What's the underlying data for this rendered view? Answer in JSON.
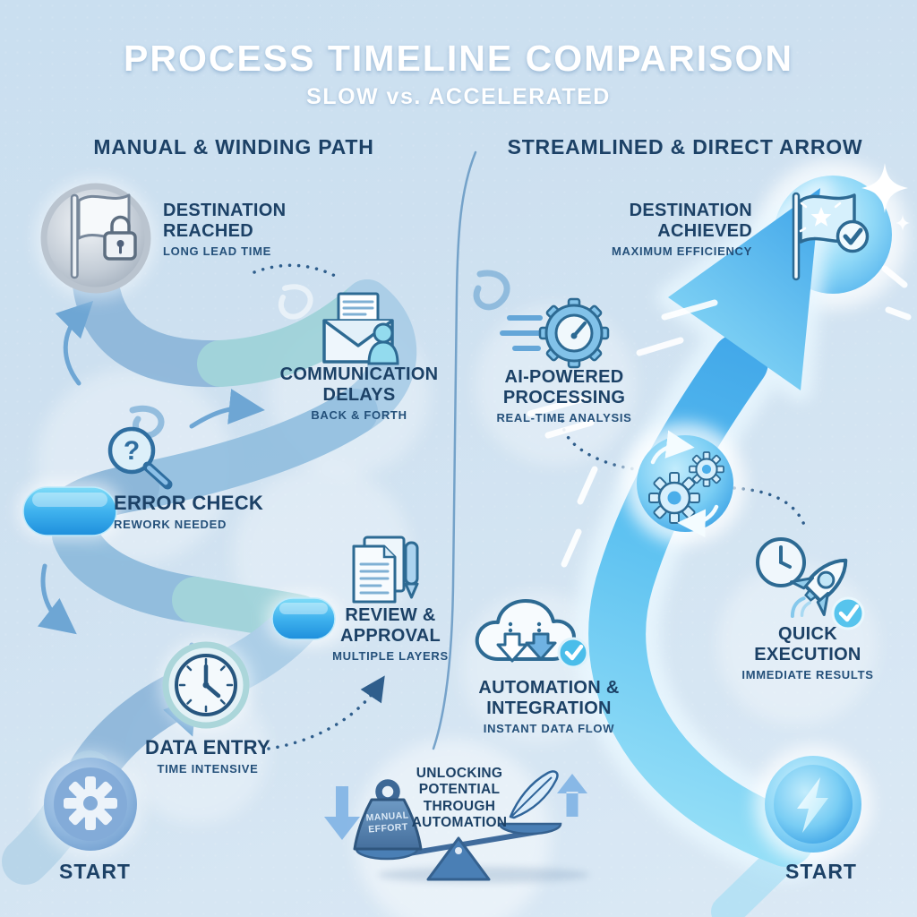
{
  "header": {
    "title": "PROCESS TIMELINE COMPARISON",
    "subtitle": "SLOW vs. ACCELERATED"
  },
  "left_column": {
    "heading": "MANUAL & WINDING PATH",
    "destination": {
      "title": "DESTINATION REACHED",
      "subtitle": "LONG LEAD TIME",
      "icon": "flag-lock-icon"
    },
    "communication": {
      "title": "COMMUNICATION DELAYS",
      "subtitle": "BACK & FORTH",
      "icon": "envelope-person-icon"
    },
    "error_check": {
      "title": "ERROR CHECK",
      "subtitle": "REWORK NEEDED",
      "icon": "magnifier-question-icon"
    },
    "review": {
      "title": "REVIEW & APPROVAL",
      "subtitle": "MULTIPLE LAYERS",
      "icon": "documents-pen-icon"
    },
    "data_entry": {
      "title": "DATA ENTRY",
      "subtitle": "TIME INTENSIVE",
      "icon": "clock-icon"
    },
    "start_label": "START",
    "start_icon": "gear-icon"
  },
  "right_column": {
    "heading": "STREAMLINED & DIRECT ARROW",
    "destination": {
      "title": "DESTINATION ACHIEVED",
      "subtitle": "MAXIMUM EFFICIENCY",
      "icon": "flag-star-check-icon"
    },
    "ai_processing": {
      "title": "AI-POWERED PROCESSING",
      "subtitle": "REAL-TIME ANALYSIS",
      "icon": "gear-gauge-icon"
    },
    "quick_execution": {
      "title": "QUICK EXECUTION",
      "subtitle": "IMMEDIATE RESULTS",
      "icon": "rocket-clock-check-icon"
    },
    "automation": {
      "title": "AUTOMATION & INTEGRATION",
      "subtitle": "INSTANT DATA FLOW",
      "icon": "cloud-download-check-icon"
    },
    "start_label": "START",
    "start_icon": "lightning-bolt-icon"
  },
  "balance": {
    "message": "UNLOCKING POTENTIAL THROUGH AUTOMATION",
    "weight_label": "MANUAL EFFORT",
    "icons": [
      "weight-icon",
      "feather-icon",
      "scale-icon",
      "down-arrow-icon",
      "up-arrow-icon"
    ]
  },
  "icons": {
    "question_mark": "?"
  },
  "colors": {
    "background_top": "#cadff0",
    "background_bottom": "#dbe9f5",
    "title_text": "#ffffff",
    "heading_text": "#1c4166",
    "subtitle_text": "#24507a",
    "arrow_blue": "#2f96e4",
    "arrow_cyan": "#9fe4f8",
    "node_blue": "#41a8ea",
    "node_gray": "#8e9cac",
    "pill_blue": "#3fb2ee",
    "path_blue": "#8cb6d9",
    "path_teal": "#9ed2d8",
    "scale_blue": "#4a7fb5"
  }
}
